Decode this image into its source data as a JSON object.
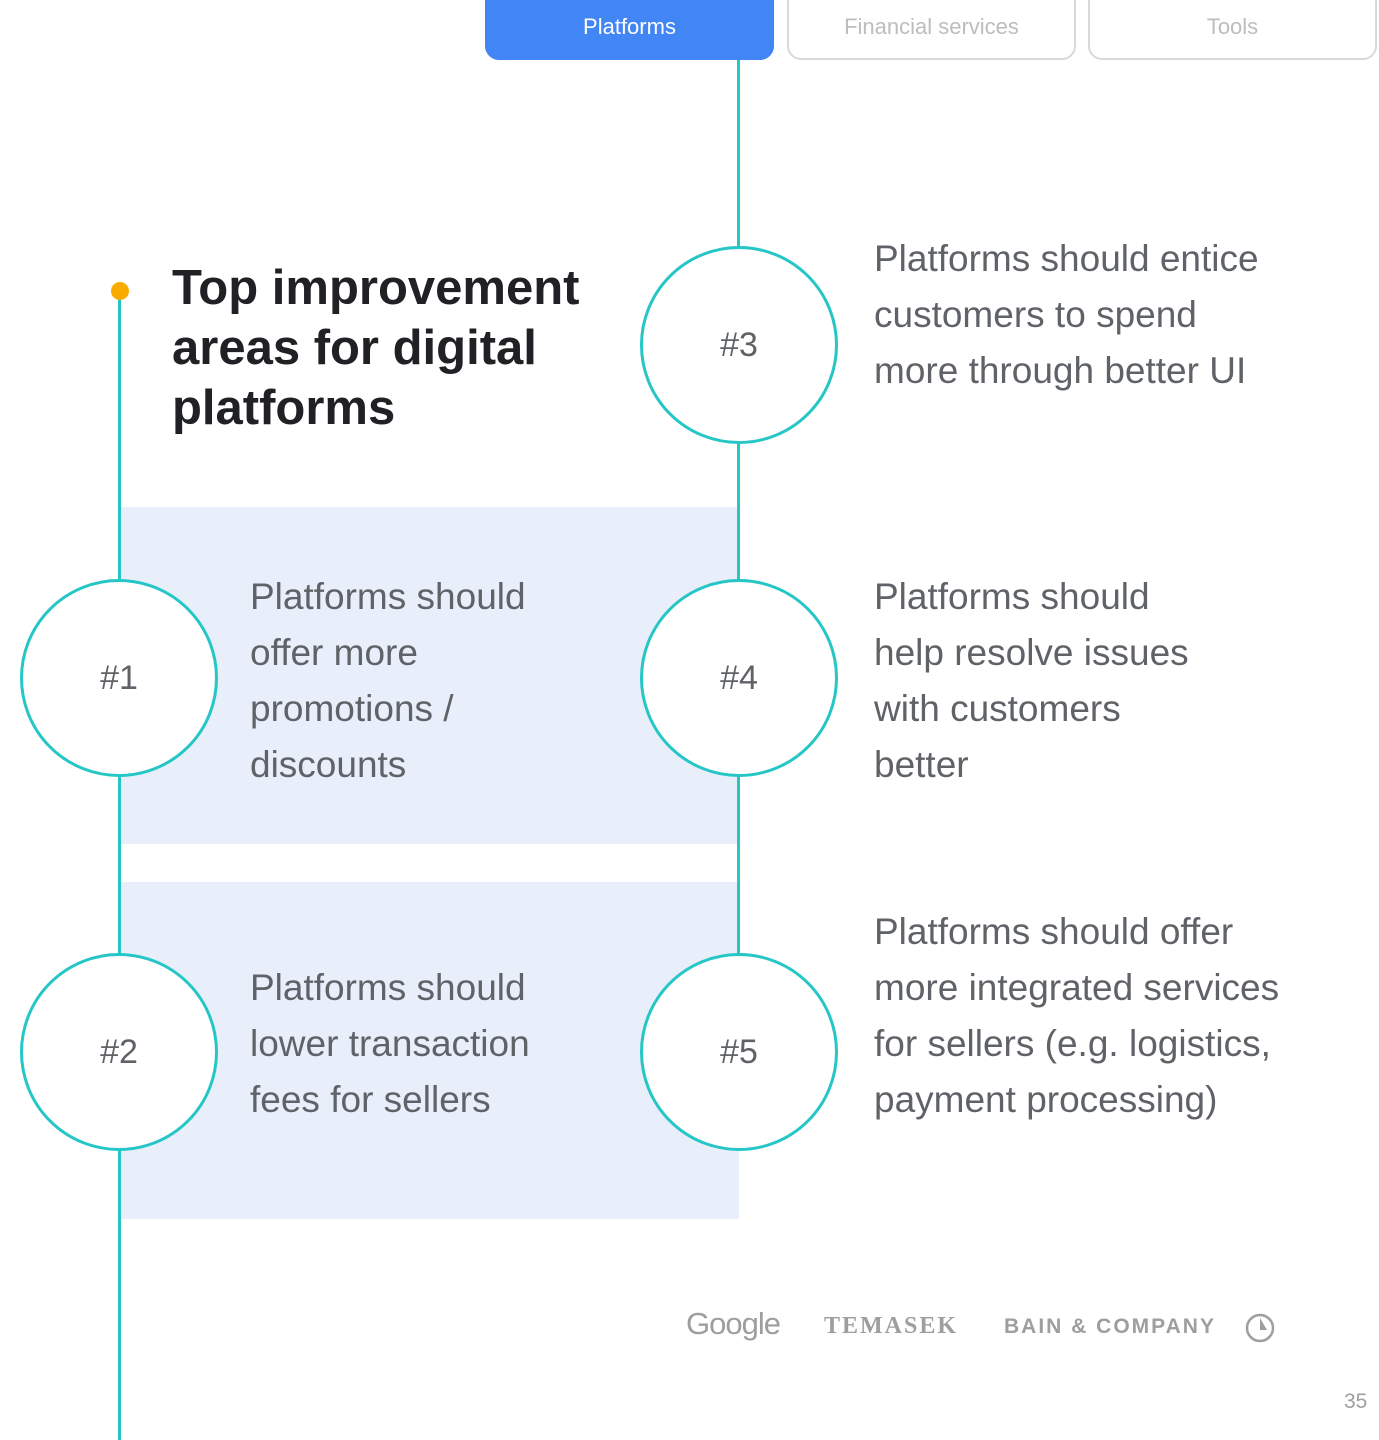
{
  "tabs": [
    {
      "label": "Platforms",
      "active": true
    },
    {
      "label": "Financial services",
      "active": false
    },
    {
      "label": "Tools",
      "active": false
    }
  ],
  "title": "Top improvement areas for digital platforms",
  "items": [
    {
      "rank": "#1",
      "text": "Platforms should offer more promotions / discounts"
    },
    {
      "rank": "#2",
      "text": "Platforms should lower transaction fees for sellers"
    },
    {
      "rank": "#3",
      "text": "Platforms should entice customers to spend more through better UI"
    },
    {
      "rank": "#4",
      "text": "Platforms should help resolve issues with customers better"
    },
    {
      "rank": "#5",
      "text": "Platforms should offer more integrated services for sellers (e.g. logistics, payment processing)"
    }
  ],
  "logos": {
    "google": "Google",
    "temasek": "TEMASEK",
    "bain": "BAIN & COMPANY"
  },
  "page_number": "35",
  "colors": {
    "accent": "#4285f4",
    "teal": "#26c6c6",
    "dot": "#f9ab00",
    "band": "#e8effb"
  }
}
